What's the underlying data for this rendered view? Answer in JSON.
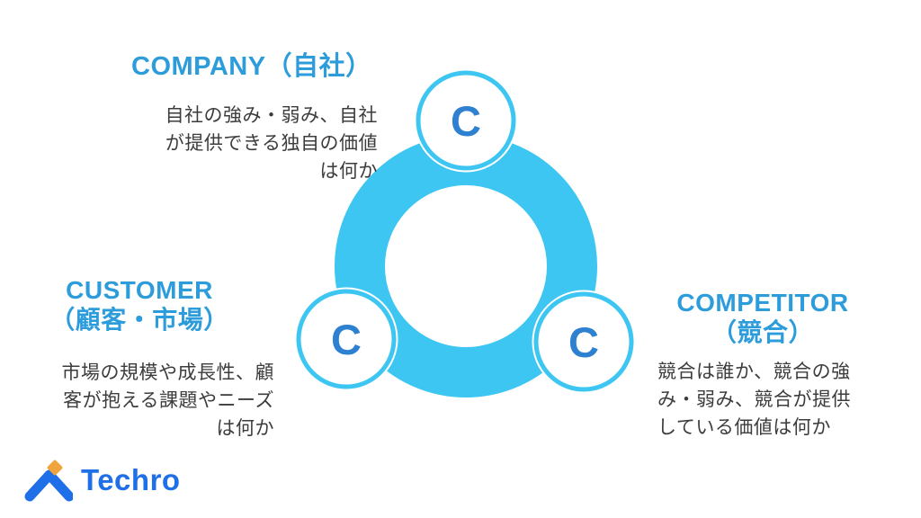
{
  "page": {
    "background": "#ffffff",
    "type": "3c-analysis-framework-slide"
  },
  "colors": {
    "heading_blue": "#2d9cdb",
    "ring_cyan": "#3dc6f1",
    "circle_border_cyan": "#3dc6f1",
    "circle_letter_blue": "#2e80d0",
    "description_text": "#3c3c3c",
    "logo_blue": "#1e6fe8",
    "logo_orange": "#f2a43c"
  },
  "sections": {
    "company": {
      "heading": "COMPANY（自社）",
      "description": "自社の強み・弱み、自社\nが提供できる独自の価値\nは何か",
      "letter": "C"
    },
    "customer": {
      "heading": "CUSTOMER\n（顧客・市場）",
      "description": "市場の規模や成長性、顧\n客が抱える課題やニーズ\nは何か",
      "letter": "C"
    },
    "competitor": {
      "heading": "COMPETITOR\n（競合）",
      "description": "競合は誰か、競合の強\nみ・弱み、競合が提供\nしている価値は何か",
      "letter": "C"
    }
  },
  "logo": {
    "text": "Techro"
  }
}
